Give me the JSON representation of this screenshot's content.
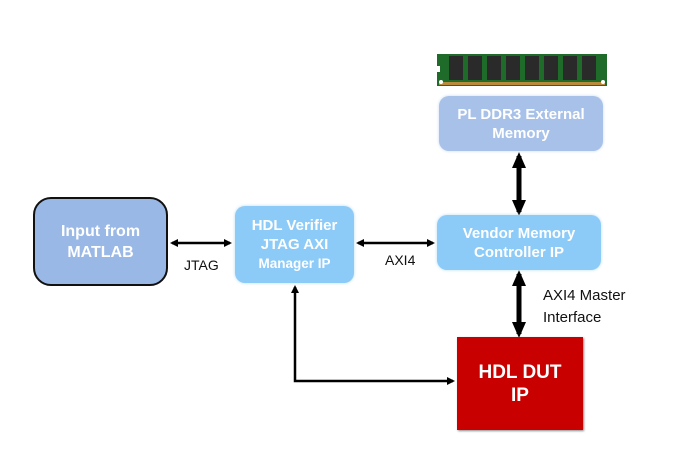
{
  "diagram": {
    "title": "",
    "nodes": [
      {
        "id": "matlab",
        "lines": [
          "Input from",
          "MATLAB"
        ],
        "color": "#99b8e6"
      },
      {
        "id": "jtagaxi",
        "lines": [
          "HDL Verifier",
          "JTAG AXI",
          "Manager IP"
        ],
        "color": "#8ccbf8"
      },
      {
        "id": "vendor",
        "lines": [
          "Vendor Memory",
          "Controller IP"
        ],
        "color": "#8ccbf8"
      },
      {
        "id": "ddr",
        "lines": [
          "PL DDR3 External",
          "Memory"
        ],
        "color": "#a7c1e9"
      },
      {
        "id": "dut",
        "lines": [
          "HDL DUT",
          "IP"
        ],
        "color": "#c80000"
      }
    ],
    "edges": [
      {
        "from": "matlab",
        "to": "jtagaxi",
        "label": "JTAG",
        "bidirectional": true
      },
      {
        "from": "jtagaxi",
        "to": "vendor",
        "label": "AXI4",
        "bidirectional": true
      },
      {
        "from": "vendor",
        "to": "ddr",
        "label": "",
        "bidirectional": true
      },
      {
        "from": "vendor",
        "to": "dut",
        "label": "AXI4 Master Interface",
        "bidirectional": true
      },
      {
        "from": "dut",
        "to": "jtagaxi",
        "label": "",
        "bidirectional": true
      }
    ],
    "labels": {
      "jtag": "JTAG",
      "axi4": "AXI4",
      "master_line1": "AXI4 Master",
      "master_line2": "Interface"
    },
    "icons": {
      "memory_module": "ram-stick-icon"
    }
  }
}
